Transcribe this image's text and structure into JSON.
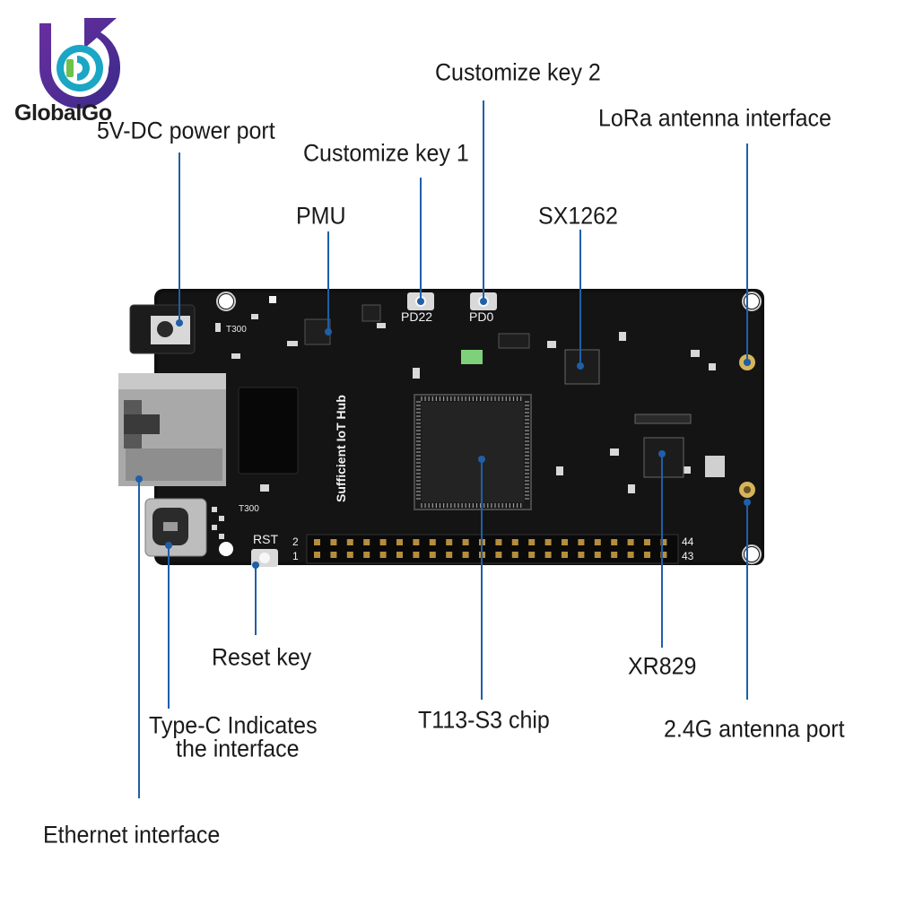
{
  "brand": {
    "name": "GlobalGo",
    "color_purple": "#5b2c8f",
    "color_teal": "#1aa6c4",
    "color_green": "#6cc24a"
  },
  "board": {
    "silkscreen_title": "Sufficient IoT Hub",
    "key1_label": "PD22",
    "key2_label": "PD0",
    "reset_label": "RST",
    "header_pin_tl": "2",
    "header_pin_bl": "1",
    "header_pin_tr": "44",
    "header_pin_br": "43",
    "t300_a": "T300",
    "t300_b": "T300",
    "pcb_color": "#111111",
    "pointer_color": "#1f5fa8"
  },
  "callouts": {
    "customize_key_2": "Customize key 2",
    "lora_antenna": "LoRa antenna interface",
    "dc_power": "5V-DC power port",
    "customize_key_1": "Customize key 1",
    "pmu": "PMU",
    "sx1262": "SX1262",
    "reset_key": "Reset key",
    "xr829": "XR829",
    "type_c_line1": "Type-C Indicates",
    "type_c_line2": "the interface",
    "t113": "T113-S3 chip",
    "antenna_24g": "2.4G antenna port",
    "ethernet": "Ethernet interface"
  }
}
